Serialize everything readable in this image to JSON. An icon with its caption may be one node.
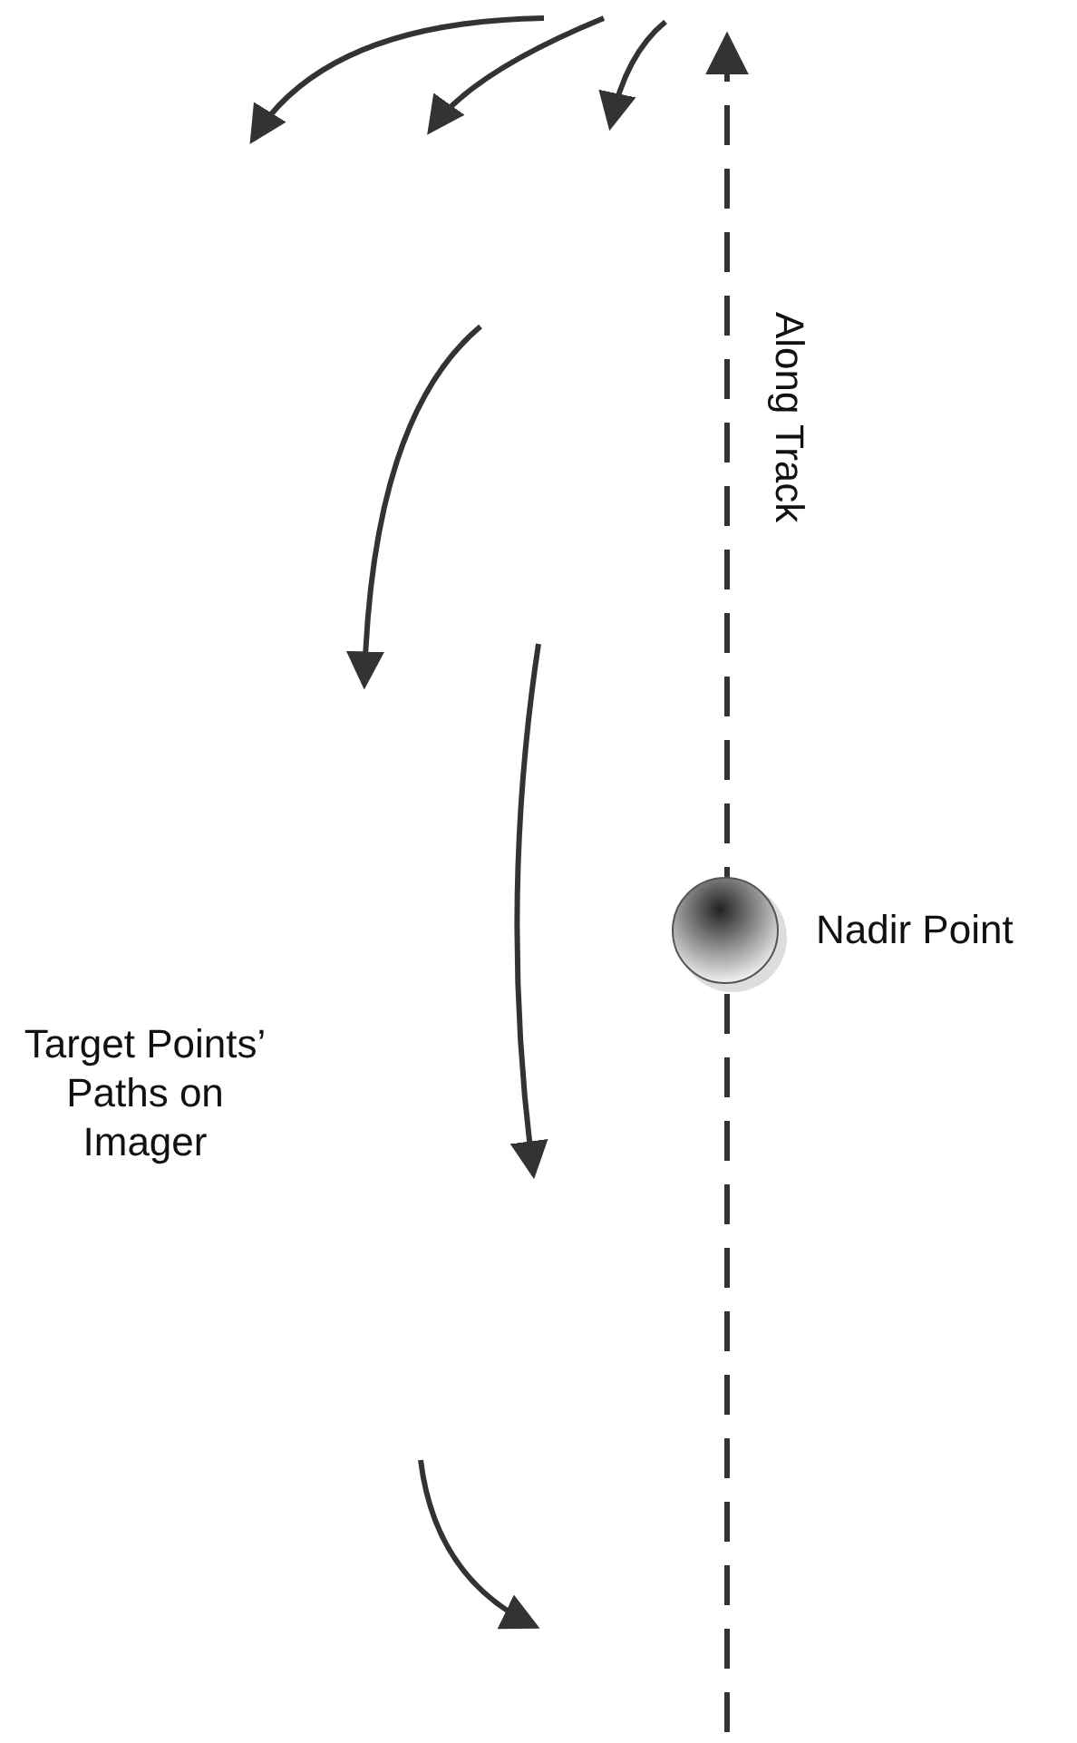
{
  "diagram": {
    "labels": [
      "Along Track",
      "Target Points’ Paths on Imager",
      "Nadir Point"
    ]
  }
}
